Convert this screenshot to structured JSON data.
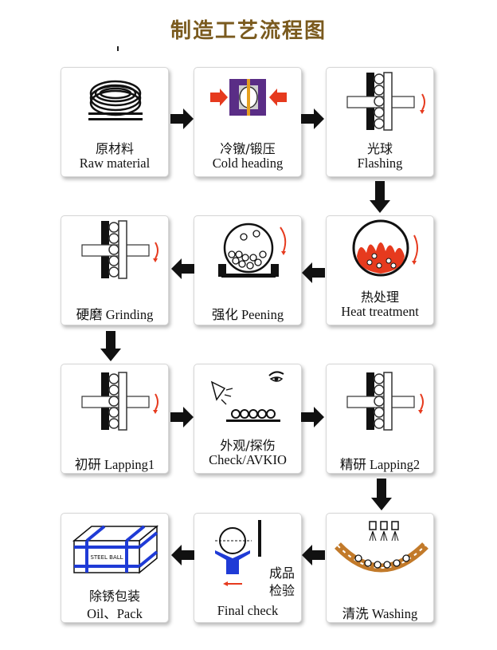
{
  "title": "制造工艺流程图",
  "steps": [
    {
      "zh": "原材料",
      "en": "Raw material"
    },
    {
      "zh": "冷镦/锻压",
      "en": "Cold heading"
    },
    {
      "zh": "光球",
      "en": "Flashing"
    },
    {
      "zh": "热处理",
      "en": "Heat treatment"
    },
    {
      "zh": "强化",
      "en": "Peening"
    },
    {
      "zh": "硬磨",
      "en": "Grinding"
    },
    {
      "zh": "初研",
      "en": "Lapping1"
    },
    {
      "zh": "外观/探伤",
      "en": "Check/AVKIO"
    },
    {
      "zh": "精研",
      "en": "Lapping2"
    },
    {
      "zh": "清洗",
      "en": "Washing"
    },
    {
      "zh": "成品检验",
      "zh_line1": "成品",
      "zh_line2": "检验",
      "en": "Final check"
    },
    {
      "zh": "除锈包装",
      "en": "Oil、Pack"
    }
  ],
  "labels": {
    "box_text": "STEEL BALL"
  },
  "colors": {
    "title": "#7a5a1e",
    "arrow": "#111111",
    "accent_red": "#e63a1e",
    "accent_blue": "#1f3bd6",
    "die_purple": "#5a2d86"
  }
}
